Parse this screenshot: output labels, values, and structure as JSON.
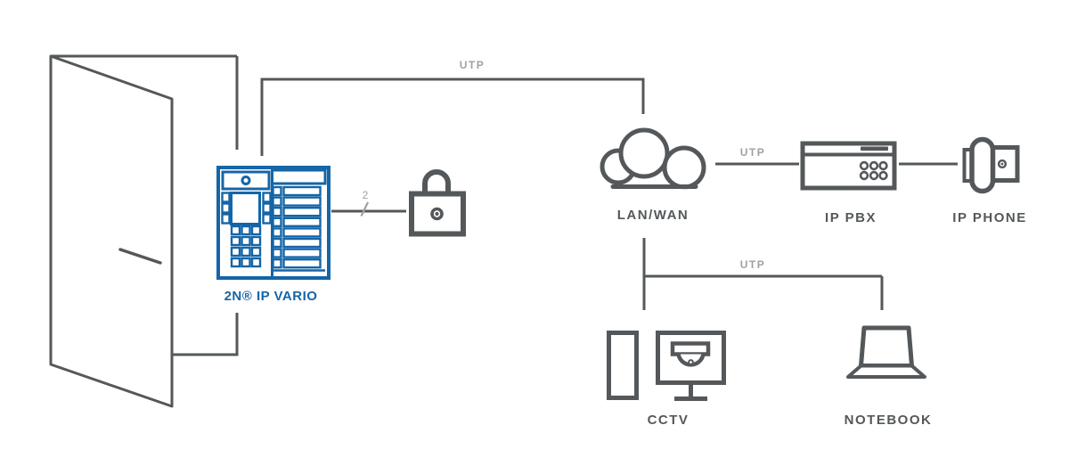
{
  "diagram": {
    "type": "network-topology",
    "nodes": {
      "door": {
        "icon": "open-door"
      },
      "intercom": {
        "label": "2N® IP VARIO",
        "icon": "keypad-intercom-panel"
      },
      "door_lock": {
        "icon": "padlock"
      },
      "lan_wan": {
        "label": "LAN/WAN",
        "icon": "cloud"
      },
      "ip_pbx": {
        "label": "IP PBX",
        "icon": "pbx-server"
      },
      "ip_phone": {
        "label": "IP PHONE",
        "icon": "desk-phone-side-view"
      },
      "cctv": {
        "label": "CCTV",
        "icon": "pc-tower-and-monitor-with-dome-camera"
      },
      "notebook": {
        "label": "NOTEBOOK",
        "icon": "laptop"
      }
    },
    "connections": [
      {
        "from": "intercom",
        "to": "lan_wan",
        "label": "UTP"
      },
      {
        "from": "lan_wan",
        "to": "ip_pbx",
        "label": "UTP"
      },
      {
        "from": "ip_pbx",
        "to": "ip_phone",
        "label": ""
      },
      {
        "from": "lan_wan",
        "to": "cctv_and_notebook",
        "label": "UTP"
      },
      {
        "from": "intercom",
        "to": "door_lock",
        "label": "2"
      }
    ],
    "colors": {
      "accent_blue": "#1565a7",
      "icon_gray": "#54585a",
      "muted_gray": "#9ea2a5",
      "background": "#ffffff"
    }
  }
}
